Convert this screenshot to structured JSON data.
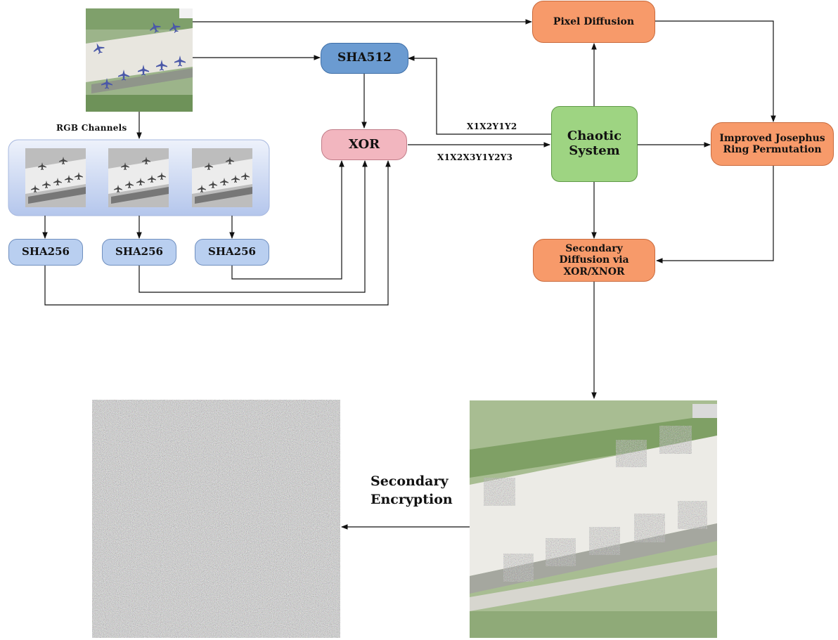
{
  "nodes": {
    "pixel_diffusion": "Pixel Diffusion",
    "sha512": "SHA512",
    "xor": "XOR",
    "chaotic_system": "Chaotic System",
    "josephus": "Improved Josephus Ring Permutation",
    "secondary_diffusion": "Secondary Diffusion via XOR/XNOR",
    "sha256_1": "SHA256",
    "sha256_2": "SHA256",
    "sha256_3": "SHA256"
  },
  "labels": {
    "rgb_channels": "RGB Channels",
    "x1x2y1y2": "X1X2Y1Y2",
    "x1x2x3y1y2y3": "X1X2X3Y1Y2Y3",
    "secondary_encryption_line1": "Secondary",
    "secondary_encryption_line2": "Encryption"
  },
  "colors": {
    "orange": "#f79a6a",
    "sha512_blue": "#6b9bd1",
    "xor_pink": "#f2b6bf",
    "chaotic_green": "#9ed482",
    "sha256_blue": "#b9cff0"
  }
}
